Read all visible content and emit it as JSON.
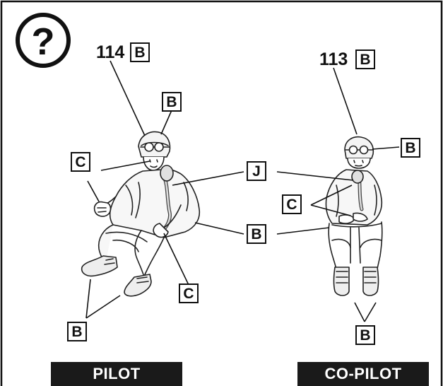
{
  "help_icon": {
    "name": "question-circle-icon",
    "glyph": "?"
  },
  "pilot": {
    "banner": "PILOT",
    "part_number": "114",
    "part_number_code": "B",
    "callouts": {
      "helmet": "B",
      "face": "C",
      "strap": "J",
      "suit": "B",
      "hand": "C",
      "boots": "B"
    }
  },
  "copilot": {
    "banner": "CO-PILOT",
    "part_number": "113",
    "part_number_code": "B",
    "callouts": {
      "helmet": "B",
      "face_hand": "C",
      "suit": "B",
      "boots": "B"
    }
  },
  "colors": {
    "ink": "#111111",
    "banner": "#1a1a1a",
    "background": "#ffffff"
  }
}
